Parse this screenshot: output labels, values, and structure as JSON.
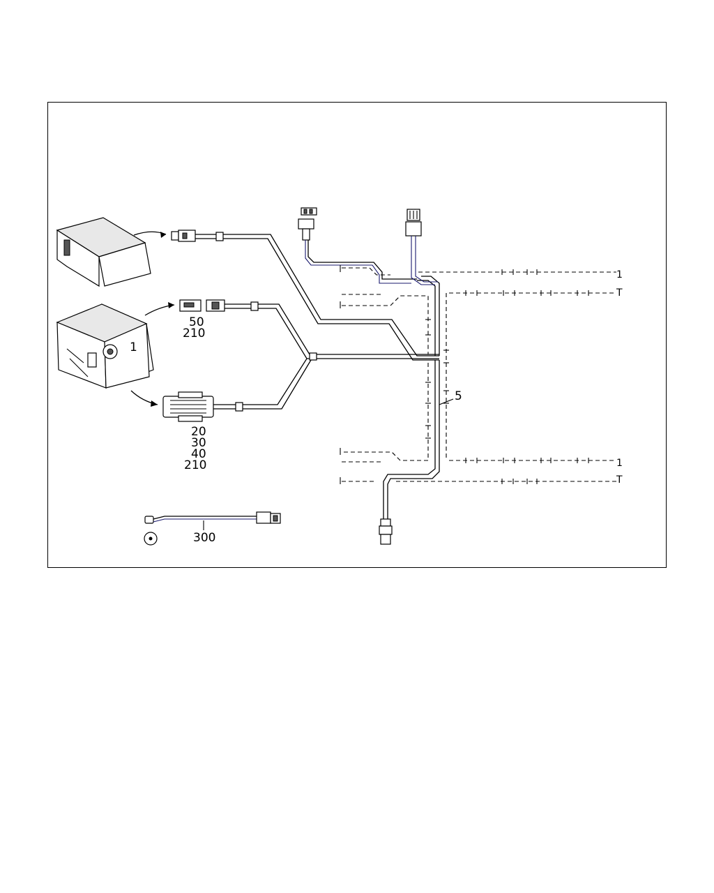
{
  "labels": {
    "unit_label": "1",
    "connector_upper": [
      "50",
      "210"
    ],
    "connector_lower": [
      "20",
      "30",
      "40",
      "210"
    ],
    "harness": "5",
    "ground_cable": "300",
    "end_marks": [
      "1",
      "T",
      "1",
      "T"
    ]
  }
}
